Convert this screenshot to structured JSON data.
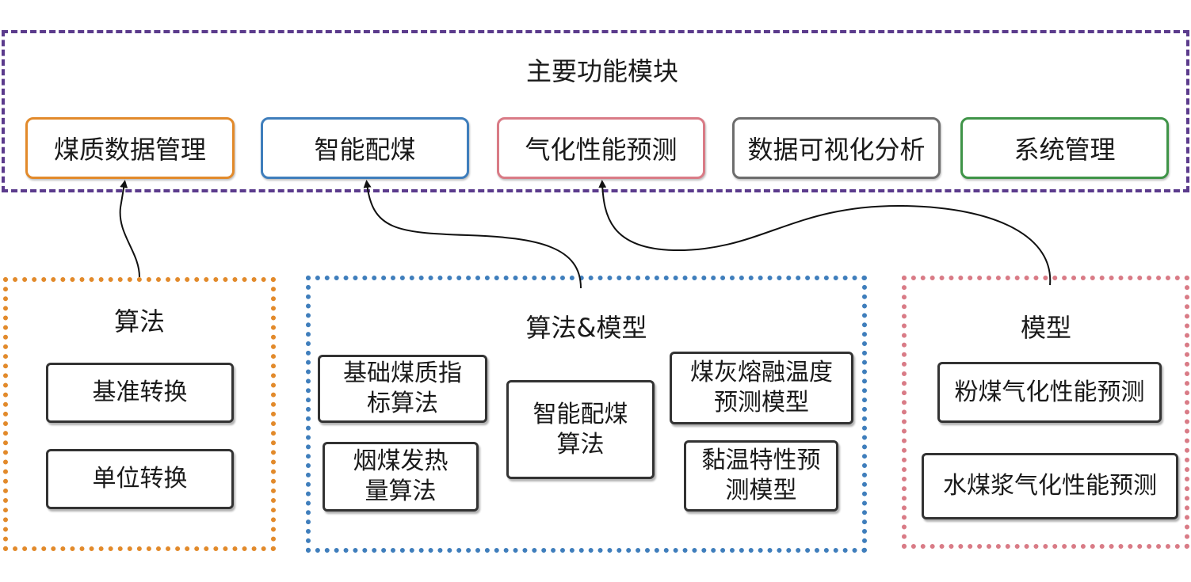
{
  "top": {
    "title": "主要功能模块",
    "modules": [
      {
        "label": "煤质数据管理",
        "color": "#e28a2b"
      },
      {
        "label": "智能配煤",
        "color": "#3f7ebc"
      },
      {
        "label": "气化性能预测",
        "color": "#d97b86"
      },
      {
        "label": "数据可视化分析",
        "color": "#6d6d6d"
      },
      {
        "label": "系统管理",
        "color": "#3f9448"
      }
    ],
    "frame_color": "#5b3b8c"
  },
  "algorithms": {
    "title": "算法",
    "color": "#e28a2b",
    "items": [
      "基准转换",
      "单位转换"
    ]
  },
  "algorithms_models": {
    "title": "算法&模型",
    "color": "#3f7ebc",
    "items": [
      "基础煤质指\n标算法",
      "烟煤发热\n量算法",
      "智能配煤\n算法",
      "煤灰熔融温度\n预测模型",
      "黏温特性预\n测模型"
    ]
  },
  "models": {
    "title": "模型",
    "color": "#d97b86",
    "items": [
      "粉煤气化性能预测",
      "水煤浆气化性能预测"
    ]
  }
}
